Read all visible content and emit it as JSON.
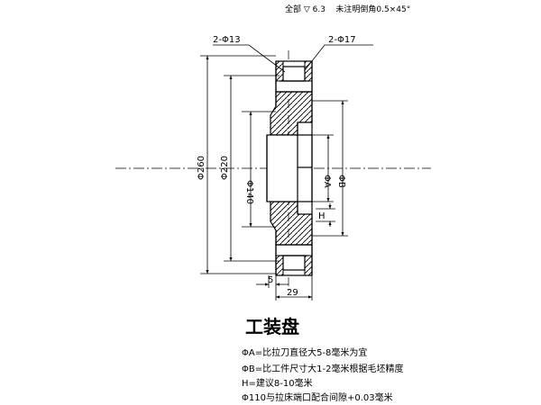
{
  "header": {
    "finish_note": "全部 ▽ 6.3",
    "chamfer_note": "未注明倒角0.5×45°"
  },
  "labels": {
    "hole_left": "2-Φ13",
    "hole_right": "2-Φ17",
    "dia_260": "Φ260",
    "dia_220": "Φ220",
    "dia_140": "Φ140",
    "dia_A": "ΦA",
    "dia_B": "ΦB",
    "dim_H": "H",
    "dim_5": "5",
    "dim_29": "29"
  },
  "title": "工装盘",
  "notes": [
    "ΦA=比拉刀直径大5-8毫米为宜",
    "ΦB=比工件尺寸大1-2毫米根据毛坯精度",
    "H=建议8-10毫米",
    "Φ110与拉床端口配合间隙+0.03毫米"
  ]
}
